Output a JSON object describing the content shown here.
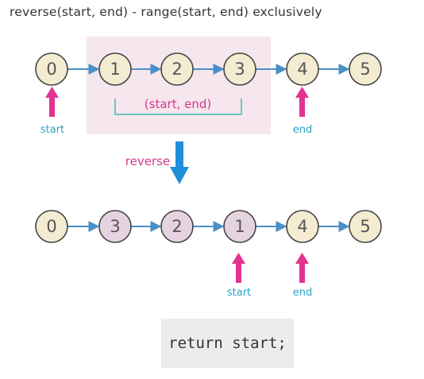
{
  "title": "reverse(start, end) - range(start, end) exclusively",
  "top_list": {
    "nodes": [
      "0",
      "1",
      "2",
      "3",
      "4",
      "5"
    ],
    "range_label": "(start, end)",
    "start_label": "start",
    "end_label": "end"
  },
  "reverse_label": "reverse",
  "bottom_list": {
    "nodes": [
      "0",
      "3",
      "2",
      "1",
      "4",
      "5"
    ],
    "start_label": "start",
    "end_label": "end"
  },
  "return_text": "return start;",
  "colors": {
    "node_fill": "#f4ecd2",
    "node_fill_highlight": "#e6d3e1",
    "node_stroke": "#444444",
    "link": "#4a90c7",
    "pointer_arrow": "#e2338f",
    "range_bg": "#f6e6ee",
    "bracket": "#6fc3c3",
    "range_text": "#d23a8a",
    "label_cyan": "#29a3c8",
    "reverse_text": "#d23a8a",
    "reverse_arrow": "#1f8fdb"
  }
}
